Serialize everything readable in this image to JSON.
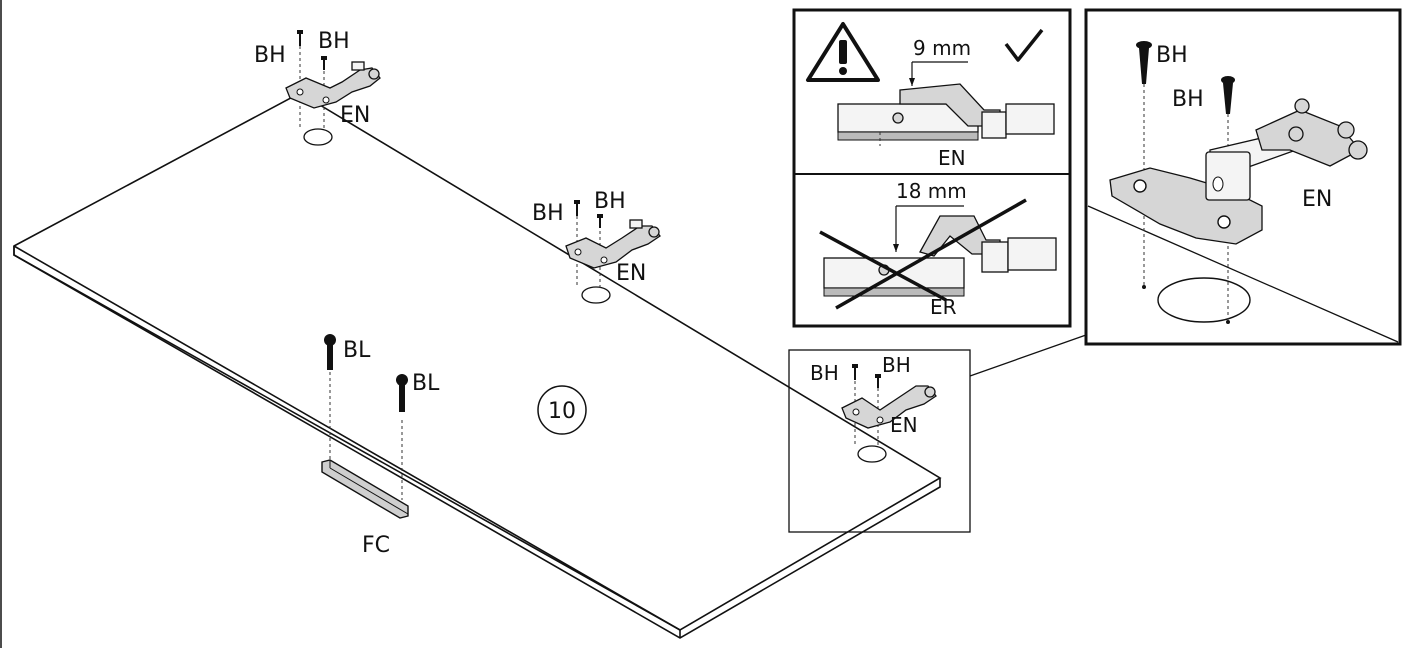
{
  "labels": {
    "hinge_screw": "BH",
    "hinge": "EN",
    "long_screw": "BL",
    "handle": "FC",
    "wrong_hinge": "ER"
  },
  "step_number": "10",
  "warning": {
    "correct_distance": "9 mm",
    "wrong_distance": "18 mm"
  },
  "icons": [
    "warning-icon",
    "checkmark-icon",
    "cross-icon"
  ]
}
